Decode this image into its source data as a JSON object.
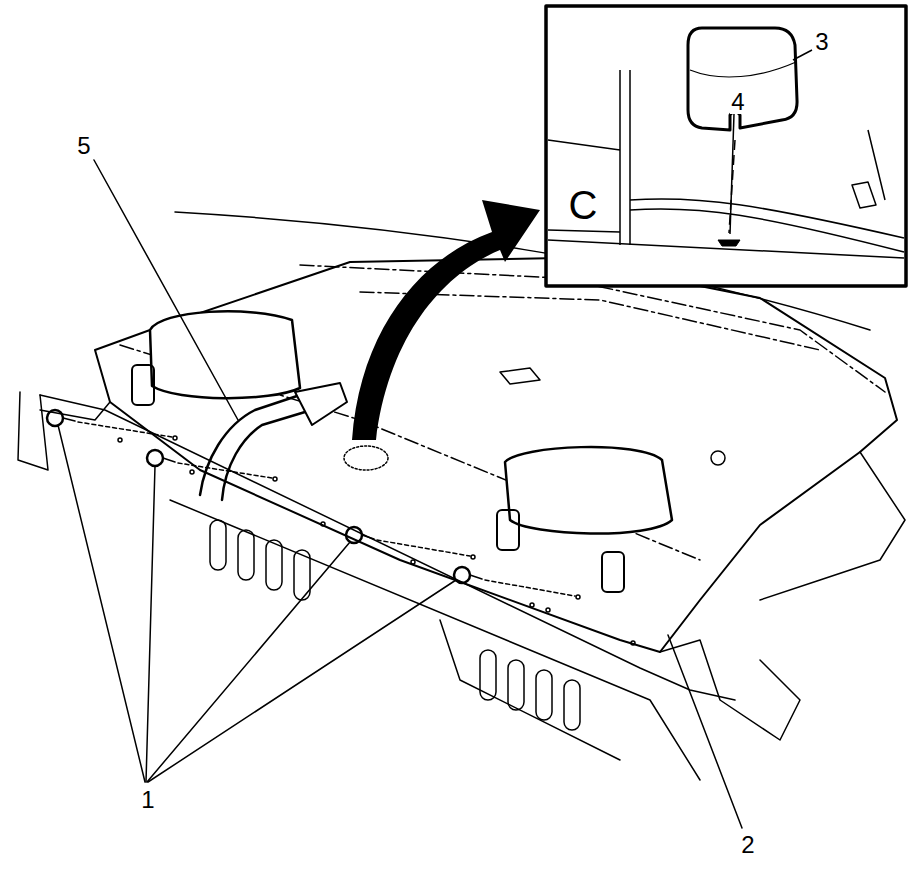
{
  "diagram": {
    "labels": [
      "5",
      "3",
      "4",
      "C",
      "1",
      "2"
    ]
  }
}
